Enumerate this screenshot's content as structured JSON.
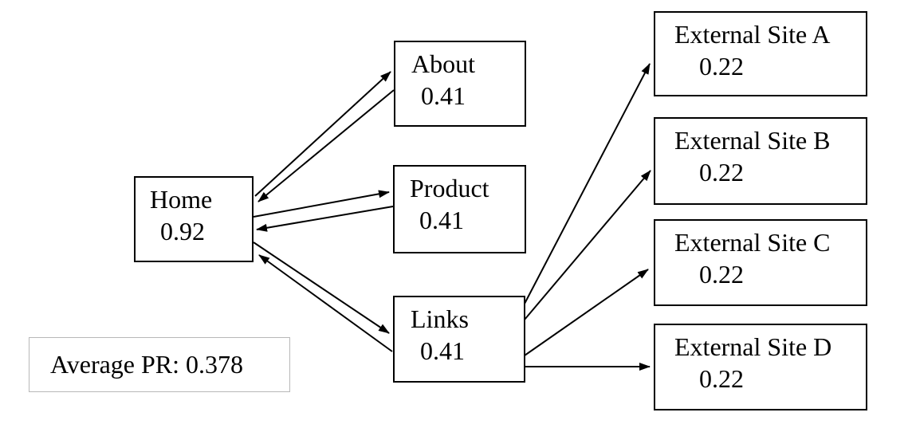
{
  "diagram": {
    "type": "pagerank-link-graph",
    "nodes": {
      "home": {
        "label": "Home",
        "value": "0.92"
      },
      "about": {
        "label": "About",
        "value": "0.41"
      },
      "product": {
        "label": "Product",
        "value": "0.41"
      },
      "links": {
        "label": "Links",
        "value": "0.41"
      },
      "ext_a": {
        "label": "External Site A",
        "value": "0.22"
      },
      "ext_b": {
        "label": "External Site B",
        "value": "0.22"
      },
      "ext_c": {
        "label": "External Site C",
        "value": "0.22"
      },
      "ext_d": {
        "label": "External Site D",
        "value": "0.22"
      }
    },
    "edges": [
      {
        "from": "Home",
        "to": "About"
      },
      {
        "from": "About",
        "to": "Home"
      },
      {
        "from": "Home",
        "to": "Product"
      },
      {
        "from": "Product",
        "to": "Home"
      },
      {
        "from": "Home",
        "to": "Links"
      },
      {
        "from": "Links",
        "to": "Home"
      },
      {
        "from": "Links",
        "to": "External Site A"
      },
      {
        "from": "Links",
        "to": "External Site B"
      },
      {
        "from": "Links",
        "to": "External Site C"
      },
      {
        "from": "Links",
        "to": "External Site D"
      }
    ],
    "average": {
      "text": "Average PR: 0.378"
    },
    "colors": {
      "background": "#ffffff",
      "node_border": "#000000",
      "text": "#000000",
      "average_box_border": "#b8b8b8"
    }
  }
}
